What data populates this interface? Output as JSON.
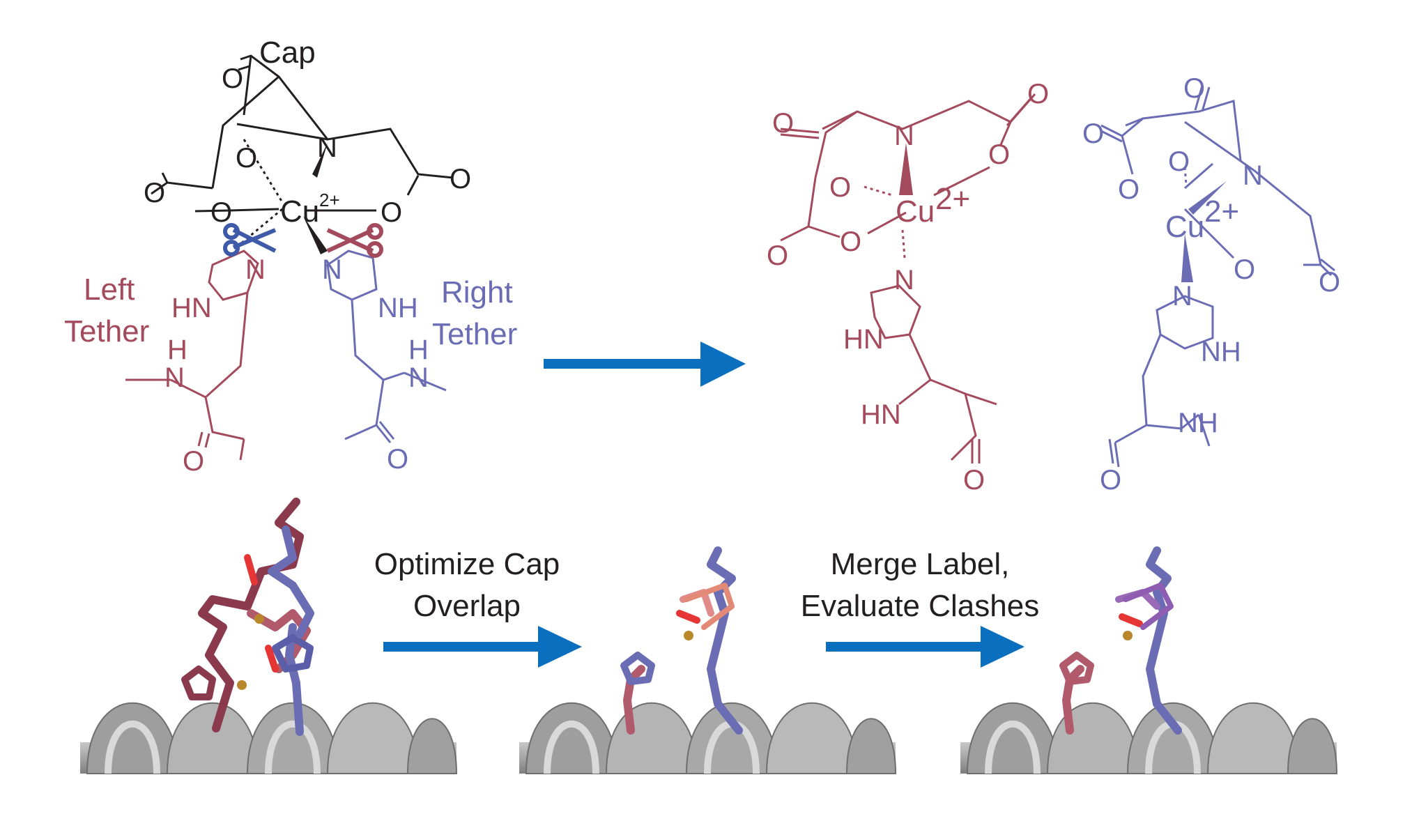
{
  "top_left": {
    "cap_label": "Cap",
    "left_tether_line1": "Left",
    "left_tether_line2": "Tether",
    "right_tether_line1": "Right",
    "right_tether_line2": "Tether",
    "metal": "Cu",
    "charge": "2+",
    "atoms": {
      "o": "O",
      "n": "N",
      "nh": "NH",
      "hn": "HN",
      "h": "H"
    }
  },
  "steps": {
    "step1_line1": "Optimize Cap",
    "step1_line2": "Overlap",
    "step2_line1": "Merge Label,",
    "step2_line2": "Evaluate Clashes"
  },
  "colors": {
    "left_tether": "#a34a5c",
    "right_tether": "#6a6db3",
    "cap": "#231f20",
    "arrow": "#0a6fbf",
    "helix": "#9a9a9a",
    "copper": "#b8862b"
  }
}
